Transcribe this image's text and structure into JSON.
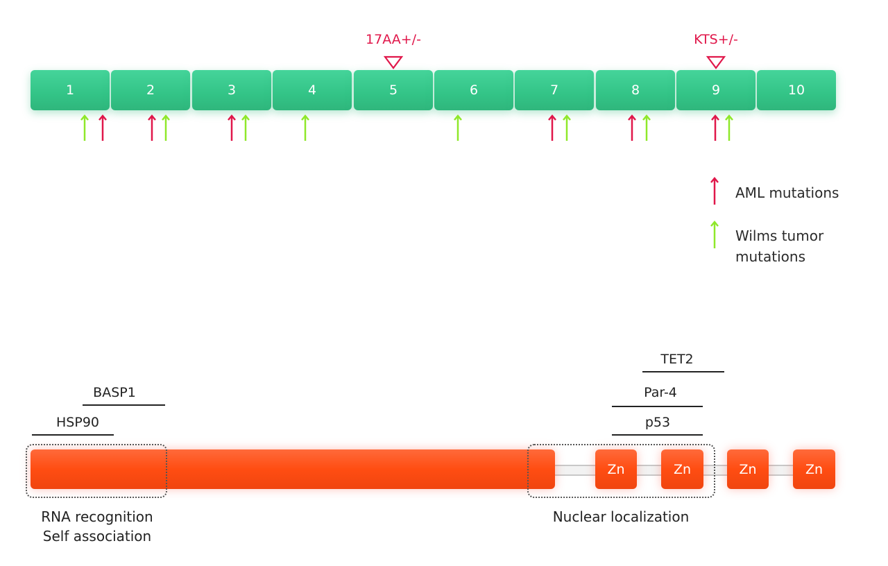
{
  "exons": [
    "1",
    "2",
    "3",
    "4",
    "5",
    "6",
    "7",
    "8",
    "9",
    "10"
  ],
  "splice_sites": [
    {
      "label": "17AA+/-",
      "exon": "5"
    },
    {
      "label": "KTS+/-",
      "exon": "9"
    }
  ],
  "mutations": [
    {
      "type": "wilms",
      "exon": "1"
    },
    {
      "type": "aml",
      "exon": "1"
    },
    {
      "type": "aml",
      "exon": "2"
    },
    {
      "type": "wilms",
      "exon": "2"
    },
    {
      "type": "aml",
      "exon": "3"
    },
    {
      "type": "wilms",
      "exon": "3"
    },
    {
      "type": "wilms",
      "exon": "4"
    },
    {
      "type": "wilms",
      "exon": "6"
    },
    {
      "type": "aml",
      "exon": "7"
    },
    {
      "type": "wilms",
      "exon": "7"
    },
    {
      "type": "aml",
      "exon": "8"
    },
    {
      "type": "wilms",
      "exon": "8"
    },
    {
      "type": "aml",
      "exon": "9"
    },
    {
      "type": "wilms",
      "exon": "9"
    }
  ],
  "legend": {
    "aml": "AML mutations",
    "wilms_line1": "Wilms tumor",
    "wilms_line2": "mutations"
  },
  "colors": {
    "aml": "#e0174a",
    "wilms": "#8fe82a",
    "exon": "#3cc98c",
    "protein": "#ff5018"
  },
  "protein": {
    "zinc_fingers": [
      "Zn",
      "Zn",
      "Zn",
      "Zn"
    ]
  },
  "binding_partners": [
    "HSP90",
    "BASP1",
    "p53",
    "Par-4",
    "TET2"
  ],
  "regions": {
    "n_term_line1": "RNA recognition",
    "n_term_line2": "Self association",
    "nls": "Nuclear localization"
  }
}
